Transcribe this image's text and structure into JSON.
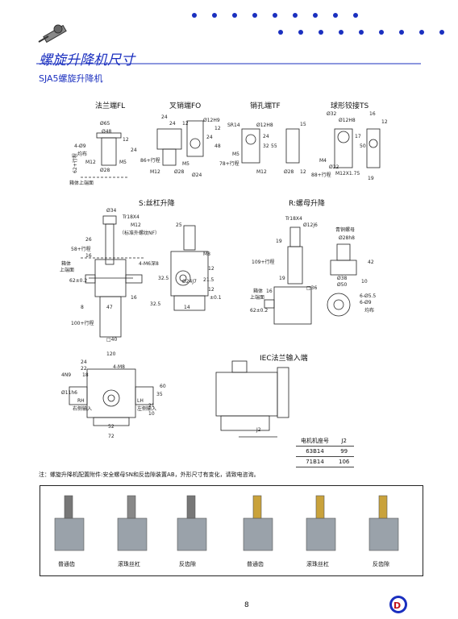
{
  "header": {
    "title": "螺旋升降机尺寸",
    "subtitle": "SJA5螺旋升降机"
  },
  "end_types": {
    "fl": "法兰端FL",
    "fo": "叉销端FO",
    "tf": "销孔端TF",
    "ts": "球形铰接TS"
  },
  "dims_top": {
    "fl": [
      "Ø65",
      "Ø48",
      "4-Ø9",
      "均布",
      "62+行程",
      "M12",
      "Ø28",
      "M5",
      "24",
      "12"
    ],
    "fo": [
      "24",
      "24",
      "12",
      "Ø12H9",
      "12",
      "24",
      "48",
      "86+行程",
      "M12",
      "M5",
      "Ø28",
      "Ø24"
    ],
    "tf": [
      "SR14",
      "Ø12H8",
      "15",
      "24",
      "32",
      "55",
      "M5",
      "78+行程",
      "M12",
      "Ø28",
      "12"
    ],
    "ts": [
      "Ø32",
      "Ø12H8",
      "16",
      "12",
      "17",
      "50",
      "M4",
      "Ø22",
      "88+行程",
      "M12X1.75",
      "19"
    ],
    "box_top": "箱体上端面"
  },
  "views": {
    "s_title": "S:丝杠升降",
    "r_title": "R:螺母升降",
    "iec_title": "IEC法兰输入端"
  },
  "s_dims": [
    "Ø34",
    "Tr18X4",
    "M12",
    "（标准外螺纹NF）",
    "26",
    "58+行程",
    "16",
    "箱体",
    "上端面",
    "62±0.2",
    "47",
    "8",
    "100+行程",
    "□40",
    "25",
    "M8",
    "4-M6深8",
    "32.5",
    "Ø24J7",
    "12",
    "21.5",
    "12",
    "±0.1",
    "32.5",
    "14",
    "16"
  ],
  "r_dims": [
    "Tr18X4",
    "Ø12j6",
    "19",
    "109+行程",
    "箱体",
    "上端面",
    "62±0.2",
    "16",
    "□36",
    "19",
    "青铜螺母",
    "Ø28h8",
    "42",
    "Ø38",
    "Ø50",
    "10",
    "6-Ø5.5",
    "6-Ø9",
    "均布"
  ],
  "plan_dims": [
    "120",
    "4-M8",
    "24",
    "22",
    "18",
    "4N9",
    "Ø11h6",
    "RH",
    "右侧输入",
    "LH",
    "左侧输入",
    "10",
    "21",
    "35",
    "60",
    "52",
    "72",
    "J2"
  ],
  "motor_table": {
    "headers": [
      "电机机座号",
      "J2"
    ],
    "rows": [
      [
        "63B14",
        "99"
      ],
      [
        "71B14",
        "106"
      ]
    ]
  },
  "note": "注：螺旋升降机配置附件:安全螺母SN和反齿隙装置AB，外形尺寸有变化，请致电咨询。",
  "photo_captions": [
    "普通齿",
    "滚珠丝杠",
    "反齿隙",
    "普通齿",
    "滚珠丝杠",
    "反齿隙"
  ],
  "page_number": "8",
  "colors": {
    "accent": "#1a2fbf",
    "line": "#222222",
    "logo_red": "#c0121b",
    "logo_blue": "#1a2fbf"
  }
}
